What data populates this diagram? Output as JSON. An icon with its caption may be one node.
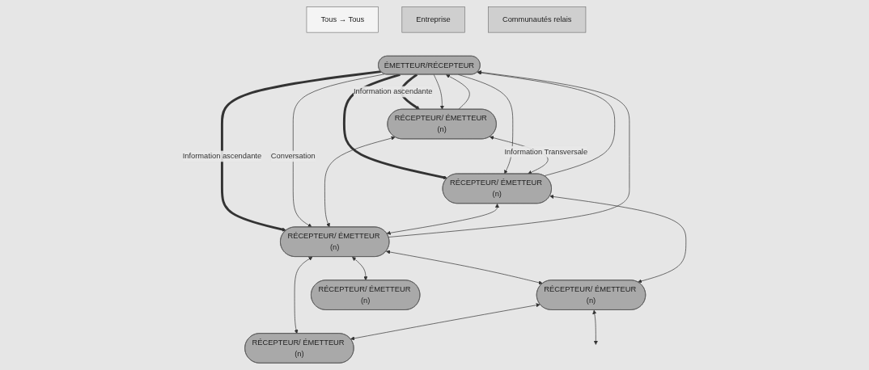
{
  "diagram": {
    "nodes": [
      {
        "text": [
          "Tous → Tous"
        ]
      },
      {
        "text": [
          "ÉMETTEUR/RÉCEPTEUR"
        ]
      },
      {
        "text": [
          "Entreprise"
        ]
      },
      {
        "text": [
          "Communautés relais"
        ]
      },
      {
        "text": [
          "RÉCEPTEUR/ ÉMETTEUR (n)"
        ]
      },
      {
        "text": [
          "RÉCEPTEUR/ ÉMETTEUR (n)"
        ]
      },
      {
        "text": [
          "RÉCEPTEUR/ ÉMETTEUR (n)"
        ]
      },
      {
        "text": [
          "RÉCEPTEUR/ ÉMETTEUR (n)"
        ]
      },
      {
        "text": [
          "RÉCEPTEUR/ ÉMETTEUR (n)"
        ]
      },
      {
        "text": [
          "RÉCEPTEUR/ ÉMETTEUR (n)"
        ]
      }
    ],
    "edges": [
      {
        "from": 1,
        "to": 4,
        "arrow": "to",
        "style": "thick",
        "label": "Information ascendante"
      },
      {
        "from": 4,
        "to": 1,
        "arrow": "to"
      },
      {
        "from": 1,
        "to": 4,
        "arrow": "to"
      },
      {
        "from": 1,
        "to": 6,
        "arrow": "to",
        "style": "thick",
        "label": "Information ascendante"
      },
      {
        "from": 6,
        "to": 1,
        "arrow": "to"
      },
      {
        "from": 1,
        "to": 6,
        "arrow": "to",
        "label": "Conversation"
      },
      {
        "from": 1,
        "to": 5,
        "arrow": "to",
        "style": "thick"
      },
      {
        "from": 5,
        "to": 1,
        "arrow": "to"
      },
      {
        "from": 1,
        "to": 5,
        "arrow": "to"
      },
      {
        "from": 4,
        "to": 5,
        "arrow": "both",
        "label": "Information Transversale"
      },
      {
        "from": 4,
        "to": 6,
        "arrow": "both"
      },
      {
        "from": 5,
        "to": 6,
        "arrow": "both"
      },
      {
        "from": 8,
        "to": 6,
        "arrow": "both"
      },
      {
        "from": 6,
        "to": 7,
        "arrow": "both"
      },
      {
        "from": 5,
        "to": 7,
        "arrow": "both"
      },
      {
        "from": 6,
        "to": 9,
        "arrow": "both"
      },
      {
        "from": 7,
        "to": 9,
        "arrow": "both"
      },
      {
        "from": 7,
        "to": null,
        "arrow": "both"
      }
    ]
  }
}
